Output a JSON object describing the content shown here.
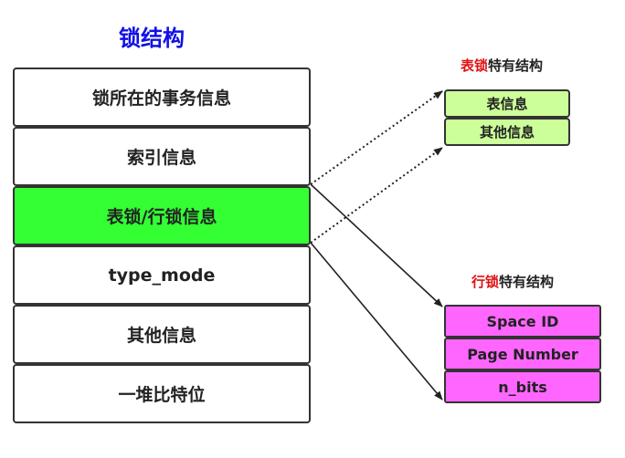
{
  "title": "锁结构",
  "main_rows": [
    "锁所在的事务信息",
    "索引信息",
    "表锁/行锁信息",
    "type_mode",
    "其他信息",
    "一堆比特位"
  ],
  "table_lock": {
    "caption_red": "表锁",
    "caption_rest": "特有结构",
    "items": [
      "表信息",
      "其他信息"
    ]
  },
  "row_lock": {
    "caption_red": "行锁",
    "caption_rest": "特有结构",
    "items": [
      "Space ID",
      "Page Number",
      "n_bits"
    ]
  },
  "colors": {
    "title": "#1010e8",
    "highlight_row": "#33ff33",
    "table_lock_fill": "#ccff99",
    "row_lock_fill": "#ff66ff",
    "caption_accent": "#e01010"
  }
}
